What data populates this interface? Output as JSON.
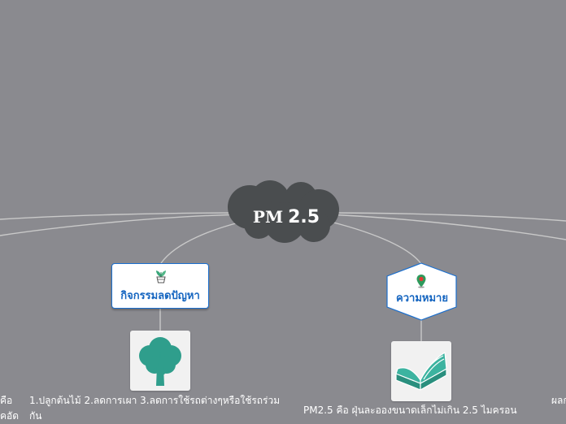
{
  "root": {
    "prefix": "PM",
    "number": "2.5"
  },
  "branches": [
    {
      "label": "กิจกรรมลดปัญหา",
      "icon": "potted-plant-icon",
      "image": "tree-icon",
      "text_lines": [
        "1.ปลูกต้นไม้ 2.ลดการเผา 3.ลดการใช้รถต่างๆหรือใช้รถร่วม",
        "กัน"
      ]
    },
    {
      "label": "ความหมาย",
      "icon": "map-pin-icon",
      "image": "open-book-icon",
      "text_lines": [
        "PM2.5 คือ ฝุ่นละอองขนาดเล็กไม่เกิน 2.5 ไมครอน"
      ]
    }
  ],
  "edge_fragments": {
    "left_top": "คือ",
    "left_bottom": "คอัด",
    "right": "ผลก"
  },
  "colors": {
    "background": "#8a8a8f",
    "cloud": "#4a4d4f",
    "topic_blue": "#1565c0",
    "image_teal": "#2f9e8c",
    "connector": "#c8c8c8"
  }
}
